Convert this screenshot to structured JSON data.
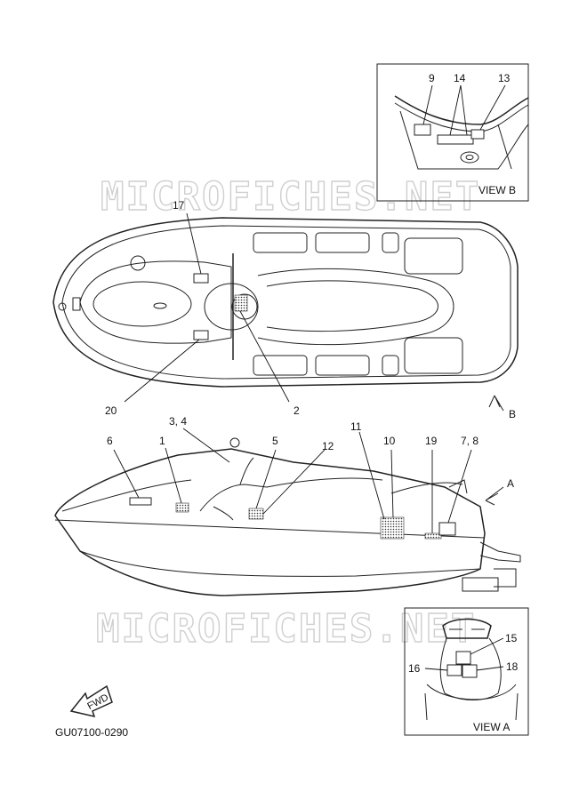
{
  "watermark": "MICROFICHES.NET",
  "part_code": "GU07100-0290",
  "fwd_label": "FWD",
  "views": {
    "view_a": "VIEW A",
    "view_b": "VIEW B",
    "arrow_a": "A",
    "arrow_b": "B"
  },
  "callouts": {
    "c1": "1",
    "c2": "2",
    "c3_4": "3, 4",
    "c5": "5",
    "c6": "6",
    "c7_8": "7, 8",
    "c9": "9",
    "c10": "10",
    "c11": "11",
    "c12": "12",
    "c13": "13",
    "c14": "14",
    "c15": "15",
    "c16": "16",
    "c17": "17",
    "c18": "18",
    "c19": "19",
    "c20": "20"
  }
}
